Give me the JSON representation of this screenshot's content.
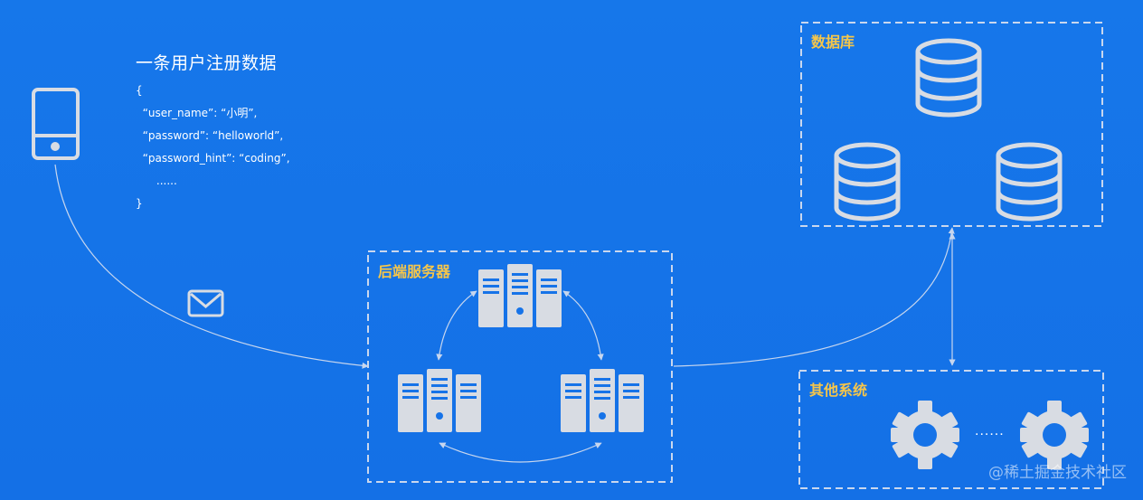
{
  "title": "一条用户注册数据",
  "json_lines": [
    "{",
    "  “user_name”: “小明”,",
    "  “password”: “helloworld”,",
    "  “password_hint”: “coding”,",
    "      ......",
    "}"
  ],
  "boxes": {
    "backend": "后端服务器",
    "database": "数据库",
    "other_systems": "其他系统"
  },
  "other_systems_ellipsis": "......",
  "watermark": "@稀土掘金技术社区",
  "colors": {
    "background": "#1673e8",
    "label": "#f6c64a",
    "icon": "#d8dce3",
    "line": "#c7d6ee"
  },
  "icons": {
    "phone": "phone-icon",
    "mail": "mail-icon",
    "server": "server-rack-icon",
    "database": "database-icon",
    "gear": "gear-icon"
  }
}
